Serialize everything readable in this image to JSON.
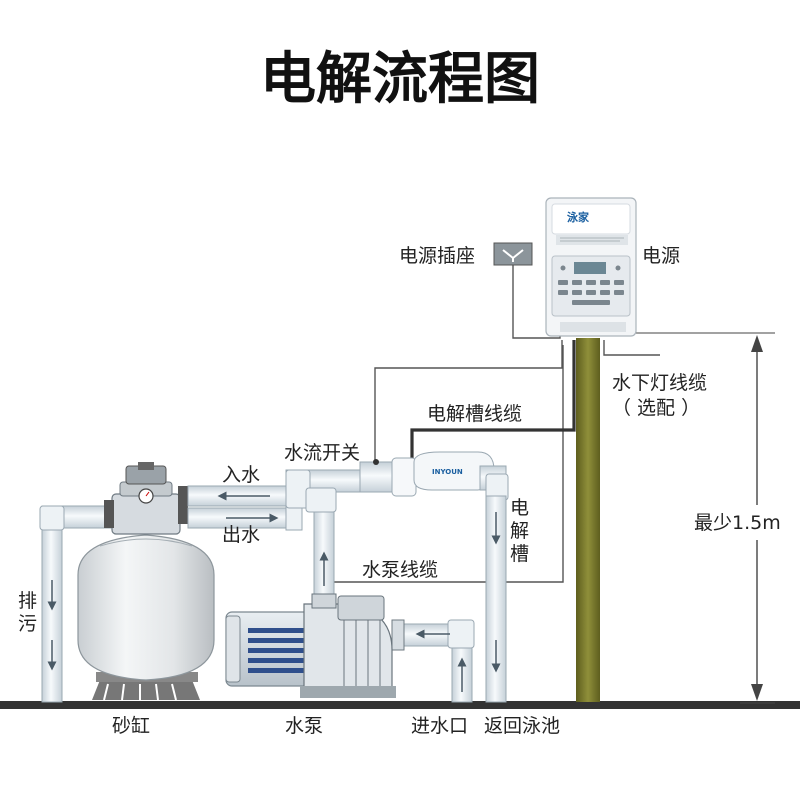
{
  "title": "电解流程图",
  "labels": {
    "power_socket": "电源插座",
    "power": "电源",
    "underwater_light_cable": "水下灯线缆",
    "optional": "（ 选配 ）",
    "cell_cable": "电解槽线缆",
    "flow_switch": "水流开关",
    "water_in": "入水",
    "water_out": "出水",
    "cell_vertical": [
      "电",
      "解",
      "槽"
    ],
    "pump_cable": "水泵线缆",
    "drain_vertical": [
      "排",
      "污"
    ],
    "min_height": "最少1.5m",
    "sand_filter": "砂缸",
    "pump": "水泵",
    "inlet": "进水口",
    "return_pool": "返回泳池"
  },
  "device": {
    "brand": "泳家",
    "cell_brand": "INYOUN"
  },
  "colors": {
    "pipe": "#eef3f7",
    "pipe_edge": "#9aa8b2",
    "arrow": "#4a5a66",
    "pole": "#7a7a2c",
    "ground": "#333333",
    "wire": "#555555"
  }
}
